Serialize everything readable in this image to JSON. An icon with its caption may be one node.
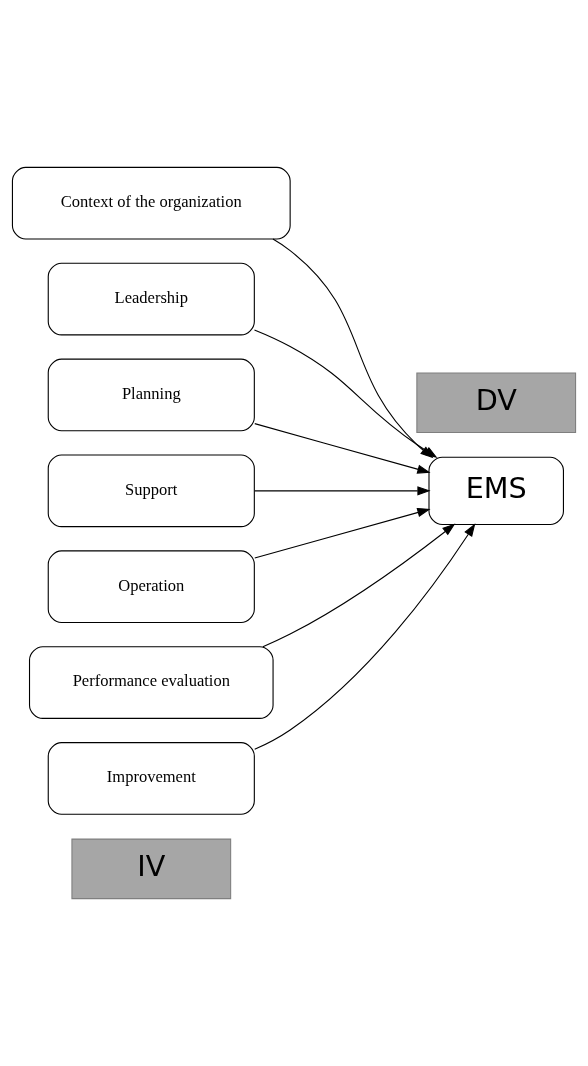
{
  "diagram": {
    "nodes": [
      {
        "text": [
          "IV"
        ]
      },
      {
        "text": [
          "DV"
        ]
      },
      {
        "text": [
          "Context of the organization"
        ]
      },
      {
        "text": [
          "Leadership"
        ]
      },
      {
        "text": [
          "Planning"
        ]
      },
      {
        "text": [
          "Support"
        ]
      },
      {
        "text": [
          "Operation"
        ]
      },
      {
        "text": [
          "Performance evaluation"
        ]
      },
      {
        "text": [
          "Improvement"
        ]
      },
      {
        "text": [
          "EMS"
        ]
      }
    ],
    "edges": [
      {
        "from": 2,
        "to": 9,
        "arrow": "to"
      },
      {
        "from": 3,
        "to": 9,
        "arrow": "to"
      },
      {
        "from": 4,
        "to": 9,
        "arrow": "to"
      },
      {
        "from": 5,
        "to": 9,
        "arrow": "to"
      },
      {
        "from": 6,
        "to": 9,
        "arrow": "to"
      },
      {
        "from": 7,
        "to": 9,
        "arrow": "to"
      },
      {
        "from": 8,
        "to": 9,
        "arrow": "to"
      }
    ]
  }
}
